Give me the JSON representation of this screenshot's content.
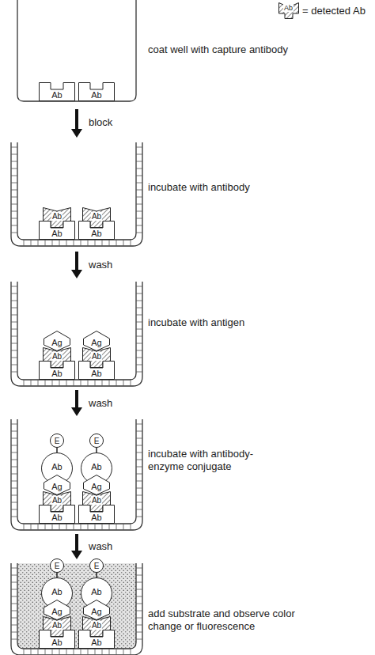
{
  "diagram": {
    "nodes": [
      {
        "text": [
          "Ab"
        ]
      },
      {
        "text": [
          "Ab"
        ]
      },
      {
        "text": [
          "Ab"
        ]
      },
      {
        "text": [
          "Ab"
        ]
      },
      {
        "text": [
          "Ab"
        ]
      },
      {
        "text": [
          "Ab"
        ]
      },
      {
        "text": [
          "Ag"
        ]
      },
      {
        "text": [
          "Ag"
        ]
      },
      {
        "text": [
          "Ab"
        ]
      },
      {
        "text": [
          "Ab"
        ]
      },
      {
        "text": [
          "Ab"
        ]
      },
      {
        "text": [
          "Ab"
        ]
      },
      {
        "text": [
          "E"
        ]
      },
      {
        "text": [
          "E"
        ]
      },
      {
        "text": [
          "Ab"
        ]
      },
      {
        "text": [
          "Ab"
        ]
      },
      {
        "text": [
          "Ag"
        ]
      },
      {
        "text": [
          "Ag"
        ]
      },
      {
        "text": [
          "Ab"
        ]
      },
      {
        "text": [
          "Ab"
        ]
      },
      {
        "text": [
          "Ab"
        ]
      },
      {
        "text": [
          "Ab"
        ]
      },
      {
        "text": [
          "E"
        ]
      },
      {
        "text": [
          "E"
        ]
      },
      {
        "text": [
          "Ab"
        ]
      },
      {
        "text": [
          "Ab"
        ]
      },
      {
        "text": [
          "Ag"
        ]
      },
      {
        "text": [
          "Ag"
        ]
      },
      {
        "text": [
          "Ab"
        ]
      },
      {
        "text": [
          "Ab"
        ]
      },
      {
        "text": [
          "Ab"
        ]
      },
      {
        "text": [
          "Ab"
        ]
      }
    ],
    "edges": [
      {
        "from": 12,
        "to": 14,
        "arrow": "none"
      },
      {
        "from": 13,
        "to": 15,
        "arrow": "none"
      },
      {
        "from": 22,
        "to": 24,
        "arrow": "none"
      },
      {
        "from": 23,
        "to": 25,
        "arrow": "none"
      }
    ],
    "labels": [
      "Ab",
      "coat well with capture antibody",
      "block",
      "incubate with antibody",
      "wash",
      "incubate with antigen",
      "wash",
      "incubate with antibody-enzyme conjugate",
      "wash",
      "add substrate and observe color change or fluorescence"
    ],
    "legend": [
      {
        "text": "= detected Ab"
      }
    ]
  }
}
